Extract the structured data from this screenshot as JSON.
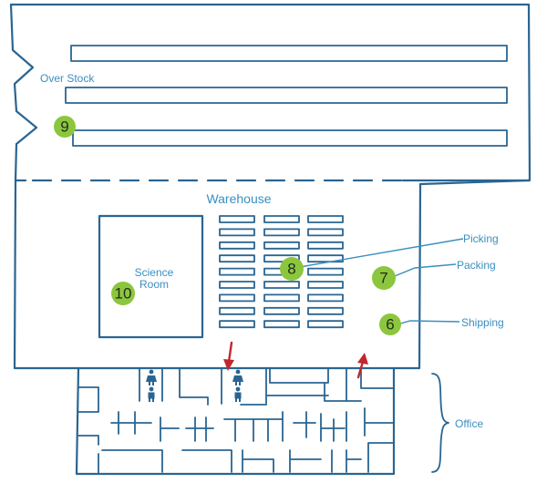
{
  "labels": {
    "over_stock": "Over Stock",
    "warehouse": "Warehouse",
    "science_room_line1": "Science",
    "science_room_line2": "Room",
    "picking": "Picking",
    "packing": "Packing",
    "shipping": "Shipping",
    "office": "Office"
  },
  "markers": {
    "over_stock": "9",
    "picking": "8",
    "packing": "7",
    "shipping": "6",
    "science_room": "10"
  },
  "colors": {
    "outline": "#2a6592",
    "label_text": "#3a8fc0",
    "marker_fill": "#8cc63f",
    "arrow": "#c0272d"
  },
  "icons": [
    "restroom-woman-icon",
    "restroom-man-icon"
  ]
}
